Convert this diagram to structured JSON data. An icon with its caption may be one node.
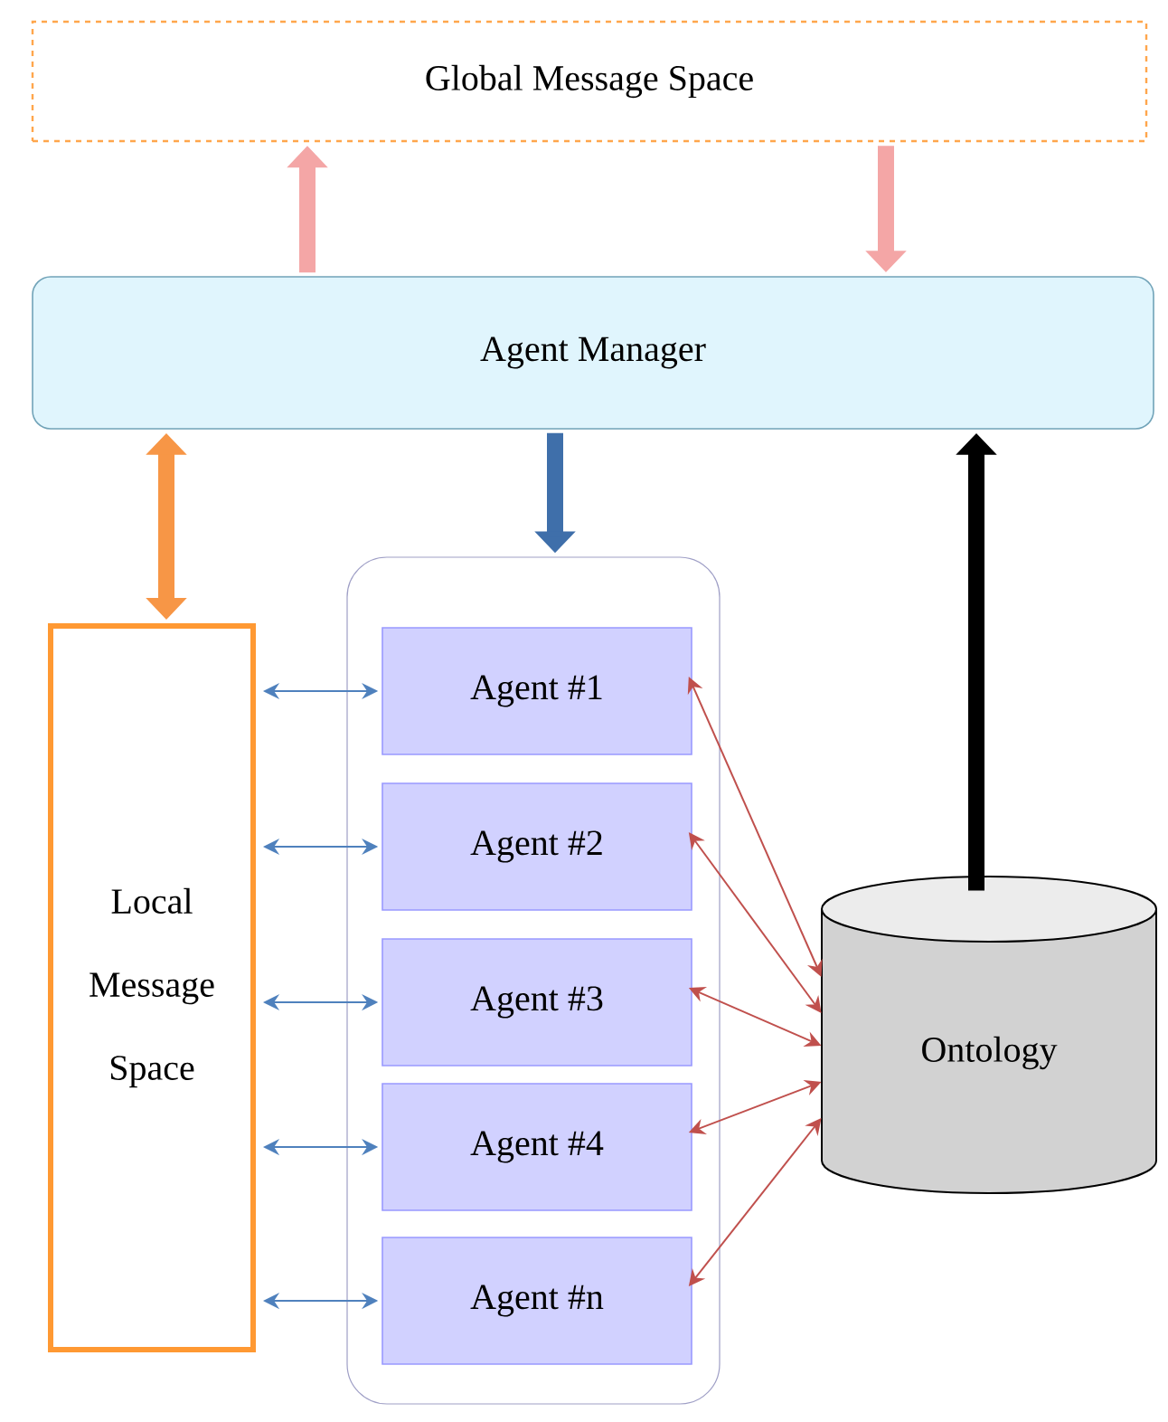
{
  "diagram": {
    "nodes": [
      {
        "text": [
          "Global Message Space"
        ]
      },
      {
        "text": [
          "Agent Manager"
        ]
      },
      {
        "text": [
          "Local Message Space"
        ]
      },
      {
        "text": [],
        "shape": "box"
      },
      {
        "text": [
          "Agent #1"
        ],
        "in": 3
      },
      {
        "text": [
          "Agent #2"
        ],
        "in": 3
      },
      {
        "text": [
          "Agent #3"
        ],
        "in": 3
      },
      {
        "text": [
          "Agent #4"
        ],
        "in": 3
      },
      {
        "text": [
          "Agent #n"
        ],
        "in": 3
      },
      {
        "text": [
          "Ontology"
        ]
      }
    ],
    "edges": [
      {
        "from": 1,
        "to": 0,
        "arrow": "to",
        "style": "thick",
        "color": "#f4a6a6"
      },
      {
        "from": 0,
        "to": 1,
        "arrow": "to",
        "style": "thick",
        "color": "#f4a6a6"
      },
      {
        "from": 1,
        "to": 2,
        "arrow": "both",
        "style": "thick",
        "color": "#f79646"
      },
      {
        "from": 1,
        "to": 3,
        "arrow": "to",
        "style": "thick",
        "color": "#3f6faa"
      },
      {
        "from": 9,
        "to": 1,
        "arrow": "to",
        "style": "thick",
        "color": "#000000"
      },
      {
        "from": 2,
        "to": 4,
        "arrow": "both",
        "color": "#4f81bd"
      },
      {
        "from": 2,
        "to": 5,
        "arrow": "both",
        "color": "#4f81bd"
      },
      {
        "from": 2,
        "to": 6,
        "arrow": "both",
        "color": "#4f81bd"
      },
      {
        "from": 2,
        "to": 7,
        "arrow": "both",
        "color": "#4f81bd"
      },
      {
        "from": 2,
        "to": 8,
        "arrow": "both",
        "color": "#4f81bd"
      },
      {
        "from": 4,
        "to": 9,
        "arrow": "both",
        "color": "#c0504d"
      },
      {
        "from": 5,
        "to": 9,
        "arrow": "both",
        "color": "#c0504d"
      },
      {
        "from": 6,
        "to": 9,
        "arrow": "both",
        "color": "#c0504d"
      },
      {
        "from": 7,
        "to": 9,
        "arrow": "both",
        "color": "#c0504d"
      },
      {
        "from": 8,
        "to": 9,
        "arrow": "both",
        "color": "#c0504d"
      }
    ]
  }
}
